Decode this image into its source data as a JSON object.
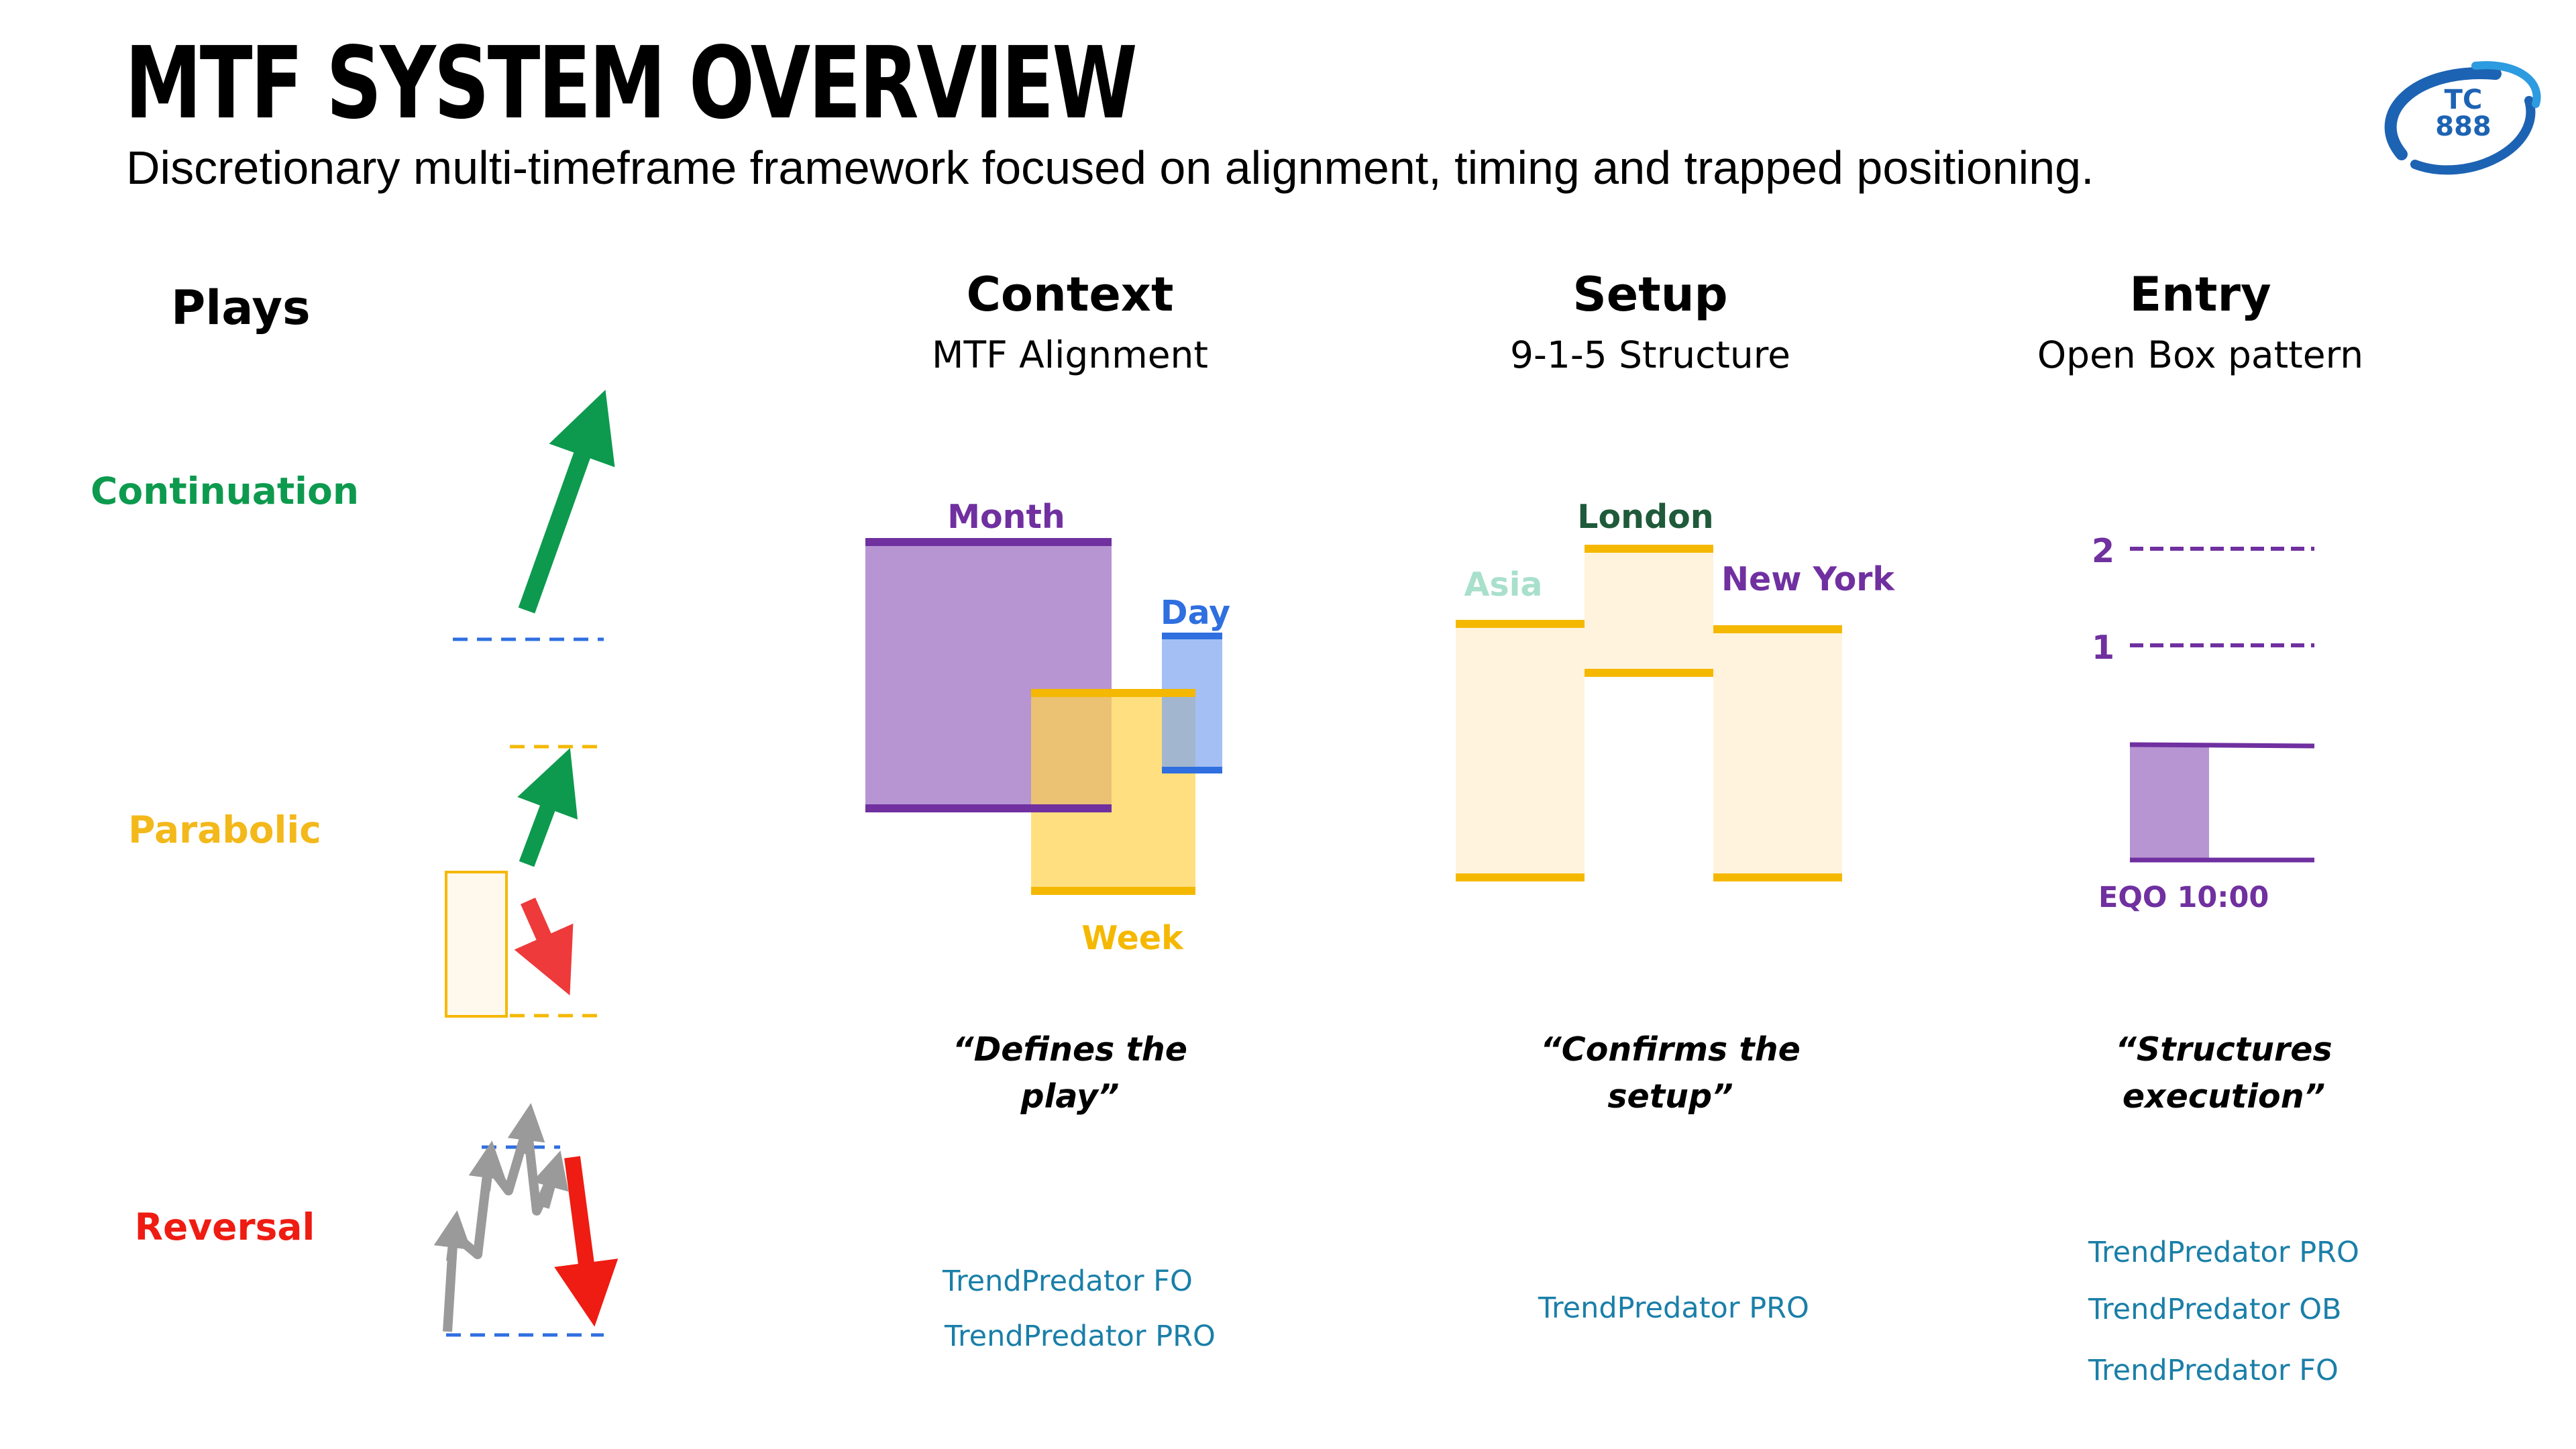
{
  "header": {
    "title": "MTF SYSTEM OVERVIEW",
    "subtitle": "Discretionary multi-timeframe framework focused on alignment, timing and trapped positioning."
  },
  "logo": {
    "line1": "TC",
    "line2": "888",
    "color": "#1d63b3"
  },
  "plays": {
    "title": "Plays",
    "items": [
      {
        "label": "Continuation",
        "color": "#0d9a4e"
      },
      {
        "label": "Parabolic",
        "color": "#f3b81a"
      },
      {
        "label": "Reversal",
        "color": "#ee1c12"
      }
    ]
  },
  "columns": {
    "context": {
      "title": "Context",
      "subtitle": "MTF Alignment",
      "quote": "“Defines the play”",
      "tools": [
        "TrendPredator FO",
        "TrendPredator PRO"
      ],
      "labels": {
        "month": "Month",
        "week": "Week",
        "day": "Day"
      }
    },
    "setup": {
      "title": "Setup",
      "subtitle": "9-1-5 Structure",
      "quote": "“Confirms the setup”",
      "tools": [
        "TrendPredator PRO"
      ],
      "labels": {
        "asia": "Asia",
        "london": "London",
        "new_york": "New York"
      }
    },
    "entry": {
      "title": "Entry",
      "subtitle": "Open Box pattern",
      "quote": "“Structures execution”",
      "tools": [
        "TrendPredator PRO",
        "TrendPredator OB",
        "TrendPredator FO"
      ],
      "labels": {
        "level2": "2",
        "level1": "1",
        "eqo": "EQO 10:00"
      }
    }
  },
  "colors": {
    "purple": "#7030a0",
    "purple_fill": "#b795d2",
    "gold": "#f5b800",
    "gold_fill": "#ffdd7d",
    "cream": "#fff3dd",
    "blue": "#2f6fe0",
    "blue_fill": "#9ab9f5",
    "asia": "#a8e0cc",
    "london": "#1f5a3a",
    "newyork": "#7030a0",
    "green": "#0d9a4e",
    "red": "#ee3a3a",
    "gray": "#999999",
    "tool_blue": "#1a7fa8"
  }
}
